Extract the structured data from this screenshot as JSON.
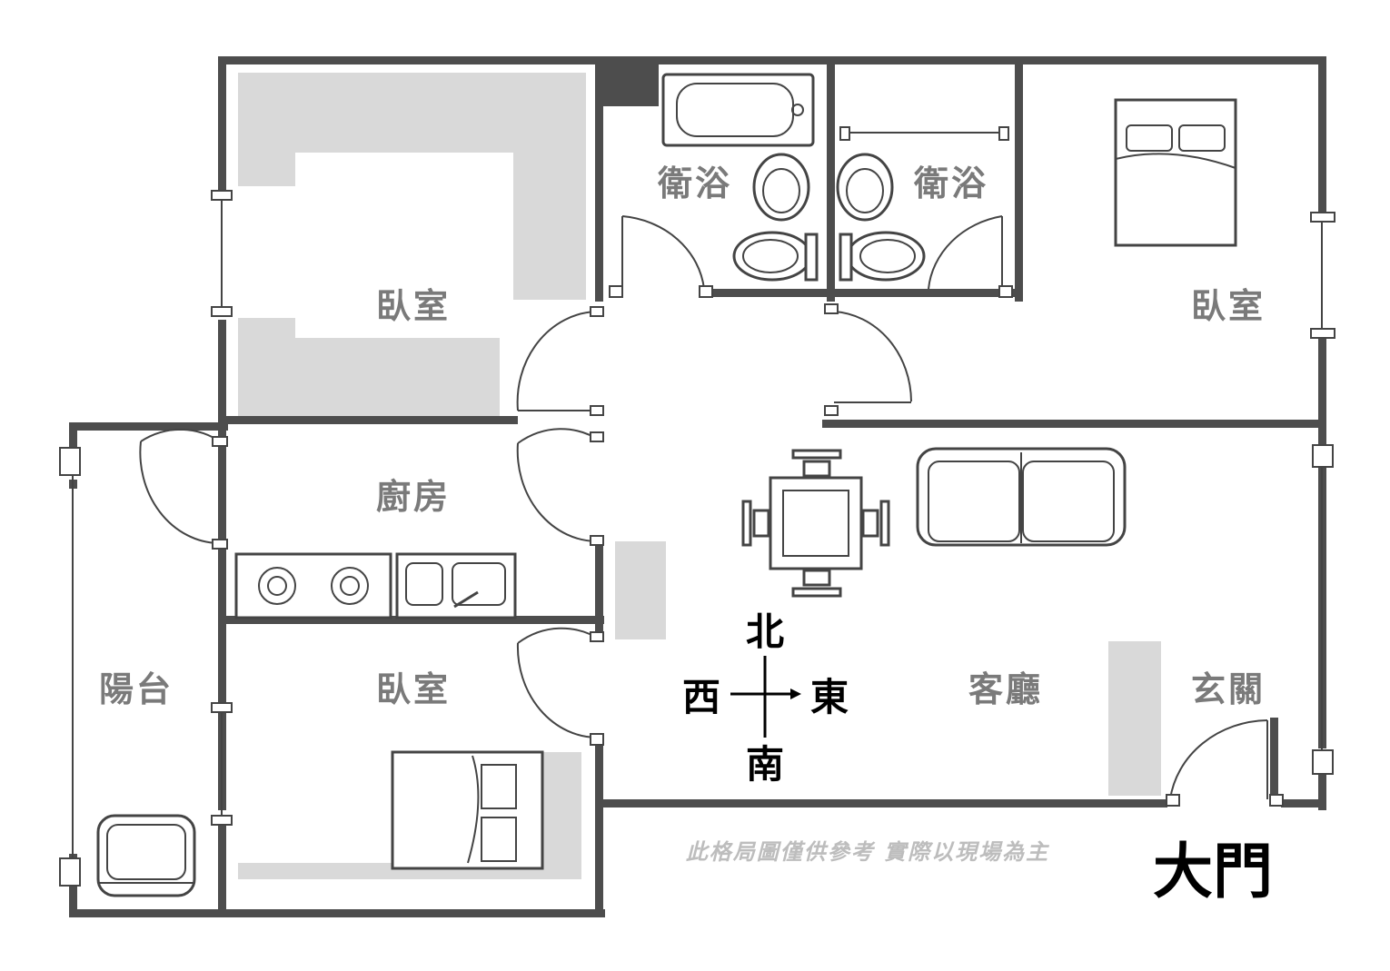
{
  "plan": {
    "rooms": {
      "bedroom_nw": "臥室",
      "bath_1": "衛浴",
      "bath_2": "衛浴",
      "bedroom_ne": "臥室",
      "kitchen": "廚房",
      "balcony": "陽台",
      "bedroom_sw": "臥室",
      "living": "客廳",
      "foyer": "玄關"
    },
    "compass": {
      "north": "北",
      "south": "南",
      "west": "西",
      "east": "東"
    },
    "note": "此格局圖僅供參考 實際以現場為主",
    "main_door": "大門"
  },
  "colors": {
    "wall": "#4d4d4d",
    "closet": "#d9d9d9",
    "room_label": "#7a7a7a",
    "compass": "#000000",
    "note": "#bdbdbd"
  }
}
